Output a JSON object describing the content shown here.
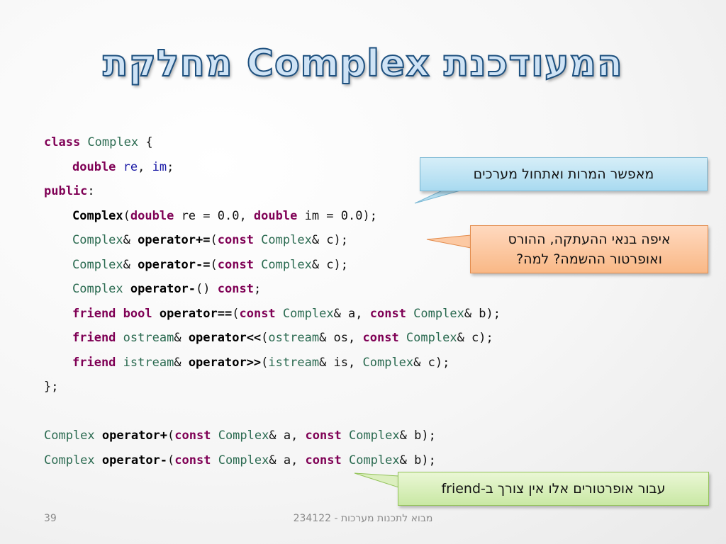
{
  "title": "מחלקת Complex המעודכנת",
  "code": {
    "line1": [
      "class",
      " Complex",
      " {"
    ],
    "line2": [
      "double",
      " re",
      ", ",
      "im",
      ";"
    ],
    "line3": [
      "public",
      ":"
    ],
    "line4": [
      "Complex",
      "(",
      "double",
      " re = 0.0, ",
      "double",
      " im = 0.0);"
    ],
    "line5": [
      "Complex",
      "& ",
      "operator+=",
      "(",
      "const",
      " Complex",
      "& c);"
    ],
    "line6": [
      "Complex",
      "& ",
      "operator-=",
      "(",
      "const",
      " Complex",
      "& c);"
    ],
    "line7": [
      "Complex",
      " ",
      "operator-",
      "() ",
      "const",
      ";"
    ],
    "line8": [
      "friend",
      " ",
      "bool",
      " ",
      "operator==",
      "(",
      "const",
      " Complex",
      "& a, ",
      "const",
      " Complex",
      "& b);"
    ],
    "line9": [
      "friend",
      " ",
      "ostream",
      "& ",
      "operator<<",
      "(",
      "ostream",
      "& os, ",
      "const",
      " Complex",
      "& c);"
    ],
    "line10": [
      "friend",
      " ",
      "istream",
      "& ",
      "operator>>",
      "(",
      "istream",
      "& is, ",
      "Complex",
      "& c);"
    ],
    "line11": [
      "};"
    ],
    "line12": [
      "Complex",
      " ",
      "operator+",
      "(",
      "const",
      " Complex",
      "& a, ",
      "const",
      " Complex",
      "& b);"
    ],
    "line13": [
      "Complex",
      " ",
      "operator-",
      "(",
      "const",
      " Complex",
      "& a, ",
      "const",
      " Complex",
      "& b);"
    ]
  },
  "callouts": {
    "conversions": "מאפשר המרות ואתחול מערכים",
    "copy_line1": "איפה בנאי ההעתקה, ההורס",
    "copy_line2": "ואופרטור ההשמה? למה?",
    "friend": "עבור אופרטורים אלו אין צורך ב-friend"
  },
  "footer": {
    "slide_number": "39",
    "course": "מבוא לתכנות מערכות - 234122"
  },
  "colors": {
    "keyword": "#7f0055",
    "type": "#2a6a50",
    "field": "#1a1aa6",
    "callout_blue": "#a9daf0",
    "callout_orange": "#f9b886",
    "callout_green": "#c9e8a4"
  }
}
